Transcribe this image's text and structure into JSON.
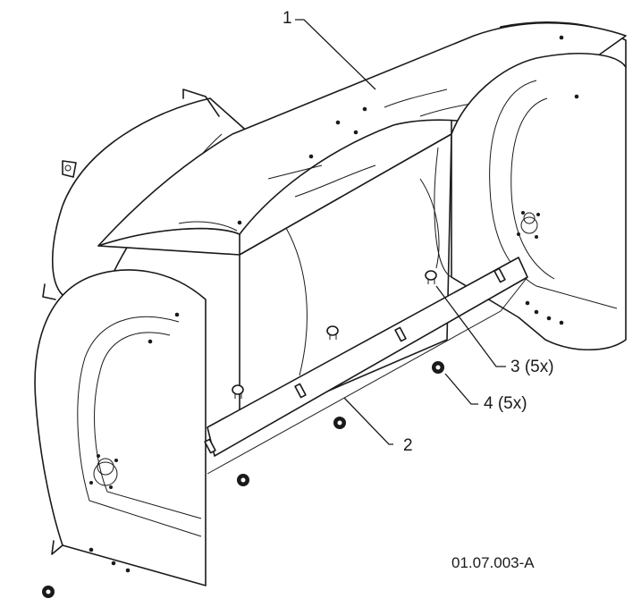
{
  "diagram": {
    "callouts": [
      {
        "id": "1",
        "text": "1"
      },
      {
        "id": "2",
        "text": "2"
      },
      {
        "id": "3",
        "text": "3 (5x)"
      },
      {
        "id": "4",
        "text": "4 (5x)"
      }
    ],
    "figure_ref": "01.07.003-A"
  }
}
